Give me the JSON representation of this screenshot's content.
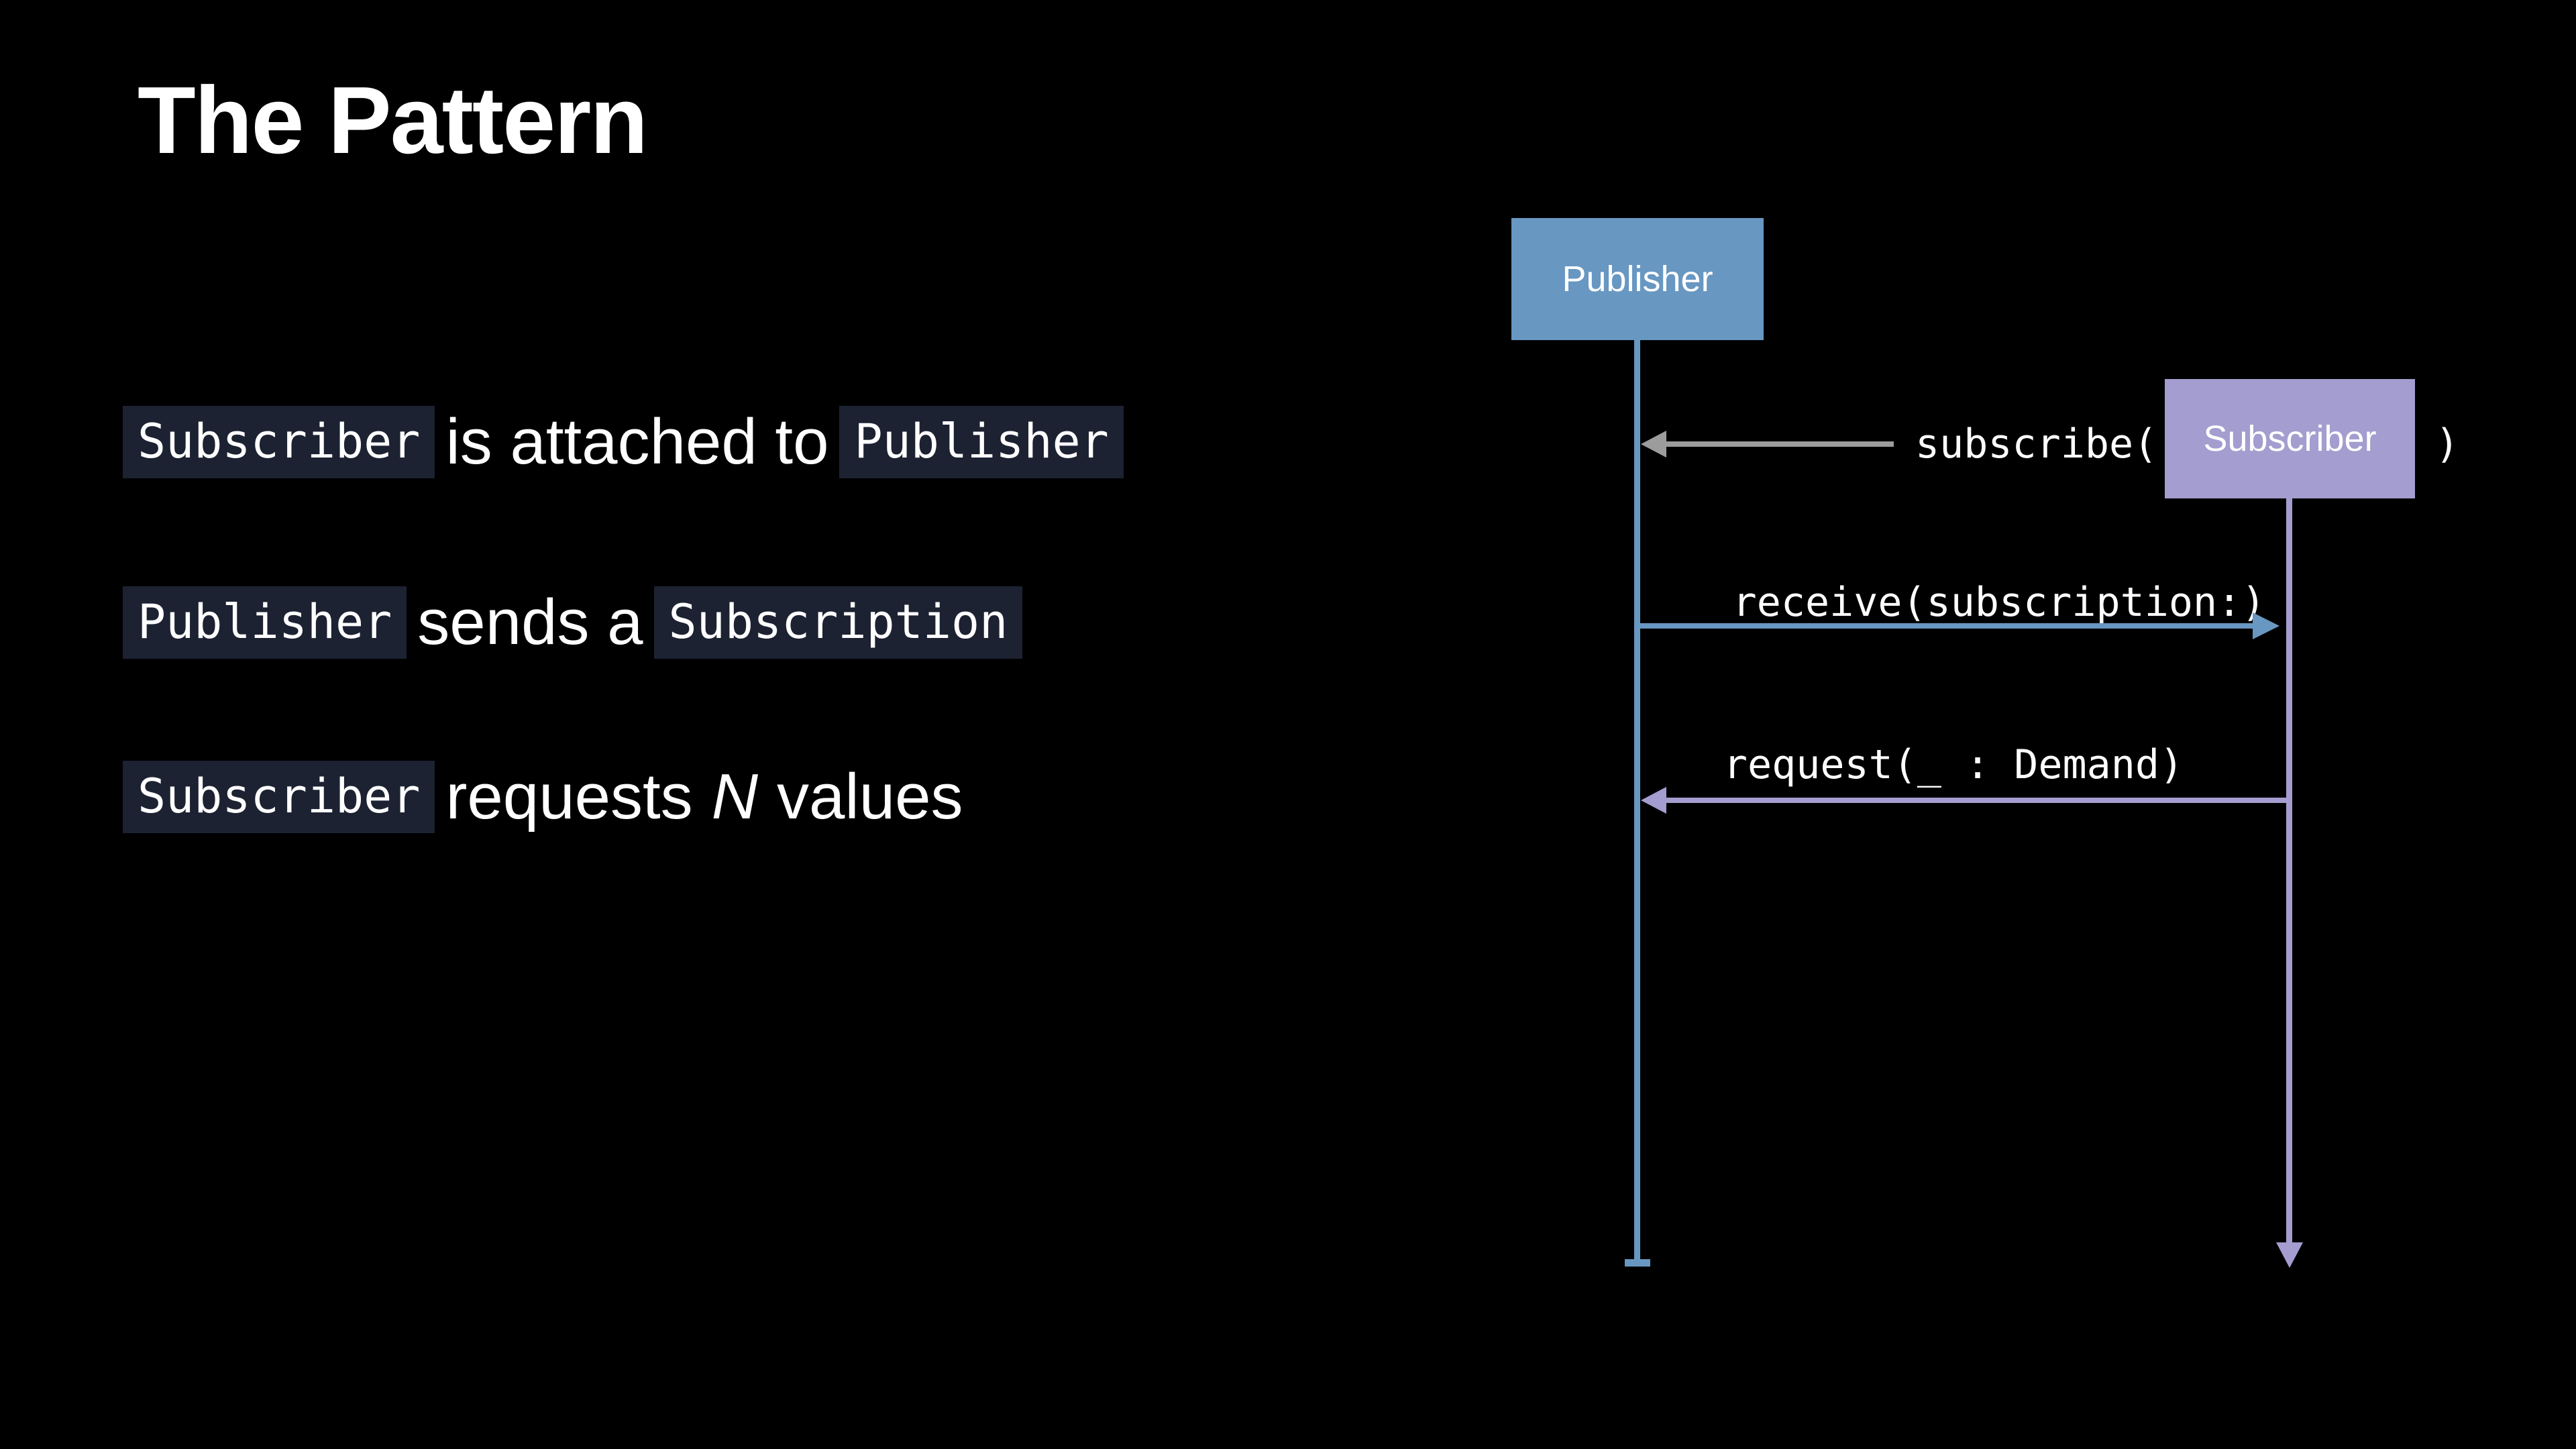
{
  "slide": {
    "title": "The Pattern",
    "bullets": [
      {
        "code1": "Subscriber",
        "text1": "is attached to",
        "code2": "Publisher"
      },
      {
        "code1": "Publisher",
        "text1": "sends a",
        "code2": "Subscription"
      },
      {
        "code1": "Subscriber",
        "text1": "requests",
        "emphasis": "N",
        "text2": "values"
      }
    ]
  },
  "diagram": {
    "publisher": {
      "label": "Publisher"
    },
    "subscriber": {
      "label": "Subscriber"
    },
    "messages": {
      "subscribe_prefix": "subscribe(",
      "subscribe_suffix": ")",
      "receive": "receive(subscription:)",
      "request": "request(_ : Demand)"
    }
  },
  "colors": {
    "background": "#000000",
    "text": "#ffffff",
    "chip-bg": "#1c2232",
    "publisher-blue": "#6897c2",
    "subscriber-purple": "#a49dcf",
    "arrow-gray": "#9c9c9c"
  }
}
